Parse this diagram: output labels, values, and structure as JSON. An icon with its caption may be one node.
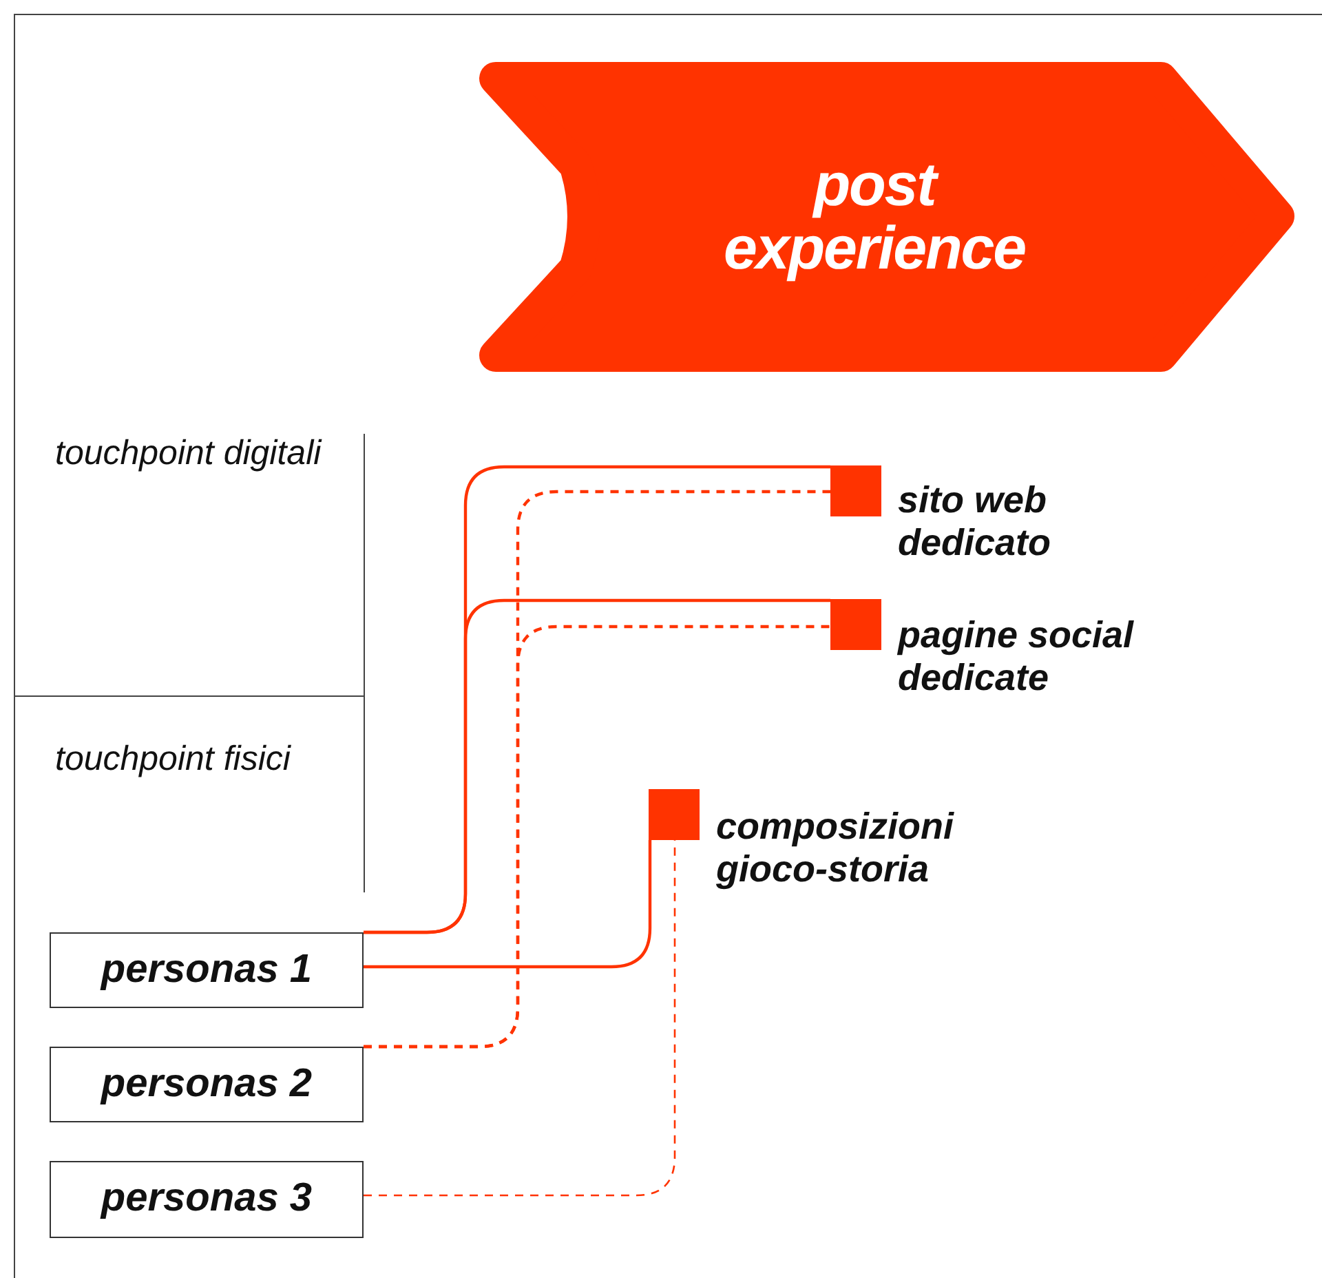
{
  "diagram": {
    "nodes": [
      {
        "text": [
          "post experience"
        ]
      },
      {
        "text": [],
        "shape": "box",
        "beside": [
          "sito web dedicato"
        ]
      },
      {
        "text": [],
        "shape": "box",
        "beside": [
          "pagine social dedicate"
        ]
      },
      {
        "text": [],
        "shape": "box",
        "beside": [
          "composizioni gioco-storia"
        ]
      },
      {
        "text": [
          "personas 1"
        ]
      },
      {
        "text": [
          "personas 2"
        ]
      },
      {
        "text": [
          "personas 3"
        ]
      }
    ],
    "edges": [
      {
        "from": 4,
        "to": 1,
        "arrow": "none"
      },
      {
        "from": 4,
        "to": 2,
        "arrow": "none"
      },
      {
        "from": 4,
        "to": 3,
        "arrow": "none"
      },
      {
        "from": 5,
        "to": 1,
        "arrow": "none",
        "style": "dashed"
      },
      {
        "from": 5,
        "to": 2,
        "arrow": "none",
        "style": "dashed"
      },
      {
        "from": 6,
        "to": 3,
        "arrow": "none",
        "style": "dashed"
      }
    ],
    "labels": [
      "touchpoint digitali",
      "touchpoint fisici"
    ]
  }
}
